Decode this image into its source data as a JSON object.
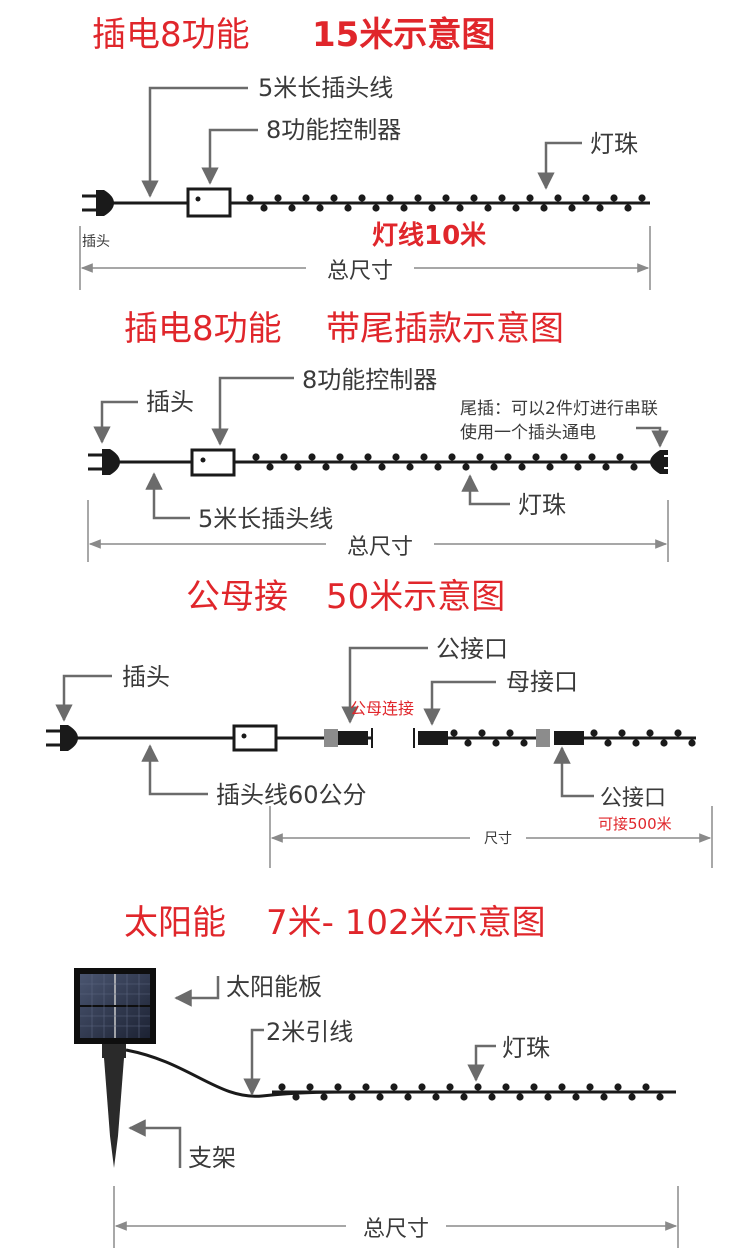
{
  "colors": {
    "title": "#e0262b",
    "label": "#3a3a3a",
    "pointer": "#6b6b6b",
    "cable": "#1a1a1a",
    "connector_gray": "#8c8c8c"
  },
  "section1": {
    "title_main": "插电8功能",
    "title_sub": "15米示意图",
    "plug_cable_label": "5米长插头线",
    "controller_label": "8功能控制器",
    "bead_label": "灯珠",
    "plug_label": "插头",
    "light_length_label": "灯线10米",
    "total_label": "总尺寸"
  },
  "section2": {
    "title_main": "插电8功能",
    "title_sub": "带尾插款示意图",
    "controller_label": "8功能控制器",
    "plug_label": "插头",
    "tail_note_1": "尾插：可以2件灯进行串联",
    "tail_note_2": "使用一个插头通电",
    "plug_cable_label": "5米长插头线",
    "bead_label": "灯珠",
    "total_label": "总尺寸"
  },
  "section3": {
    "title_main": "公母接",
    "title_sub": "50米示意图",
    "male_port_label": "公接口",
    "female_port_label": "母接口",
    "plug_label": "插头",
    "connect_note": "公母连接",
    "plug_cable_label": "插头线60公分",
    "male_port_label_2": "公接口",
    "extend_note": "可接500米",
    "size_label": "尺寸"
  },
  "section4": {
    "title_main": "太阳能",
    "title_sub": "7米- 102米示意图",
    "panel_label": "太阳能板",
    "lead_label": "2米引线",
    "bead_label": "灯珠",
    "stand_label": "支架",
    "total_label": "总尺寸"
  }
}
